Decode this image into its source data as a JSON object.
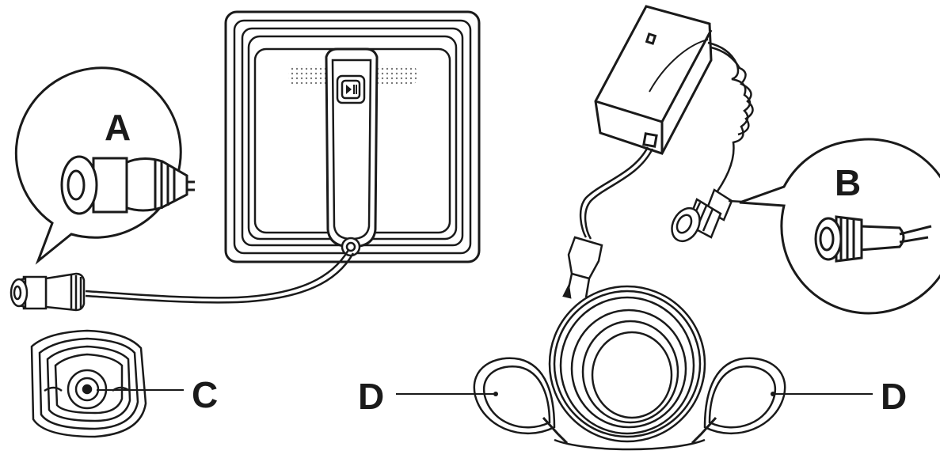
{
  "labels": {
    "a": "A",
    "b": "B",
    "c": "C",
    "d_left": "D",
    "d_right": "D"
  },
  "icons": {
    "robot": "window-cleaning-robot-icon",
    "adapter": "power-adapter-icon",
    "plug": "power-plug-icon",
    "connector_a": "robot-cable-connector-icon",
    "connector_b": "adapter-cable-connector-icon",
    "pad": "cleaning-pad-icon",
    "cable": "coiled-safety-rope-icon"
  },
  "colors": {
    "line": "#1a1a1a",
    "fill": "#ffffff",
    "dots": "#777777"
  }
}
